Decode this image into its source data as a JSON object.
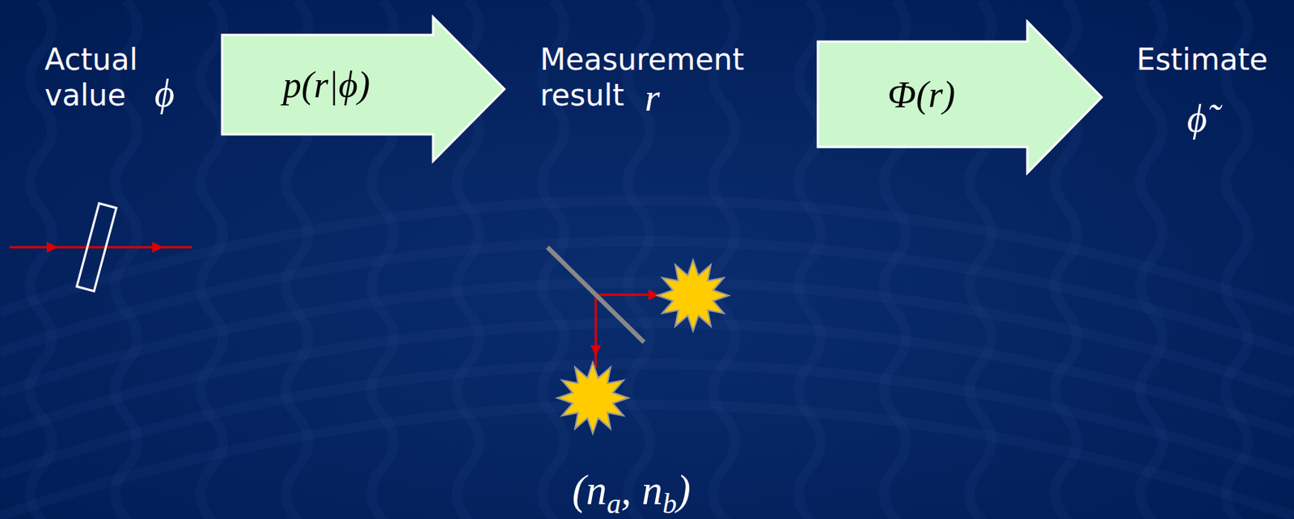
{
  "diagram": {
    "nodes": [
      {
        "text": [
          "p(r|ϕ)"
        ]
      },
      {
        "text": [
          "Φ(r)"
        ]
      }
    ],
    "labels": [
      "Actual value",
      "ϕ",
      "Measurement result",
      "r",
      "Estimate",
      "ϕ̃",
      "(n",
      "a",
      ", n",
      "b",
      ")"
    ]
  }
}
